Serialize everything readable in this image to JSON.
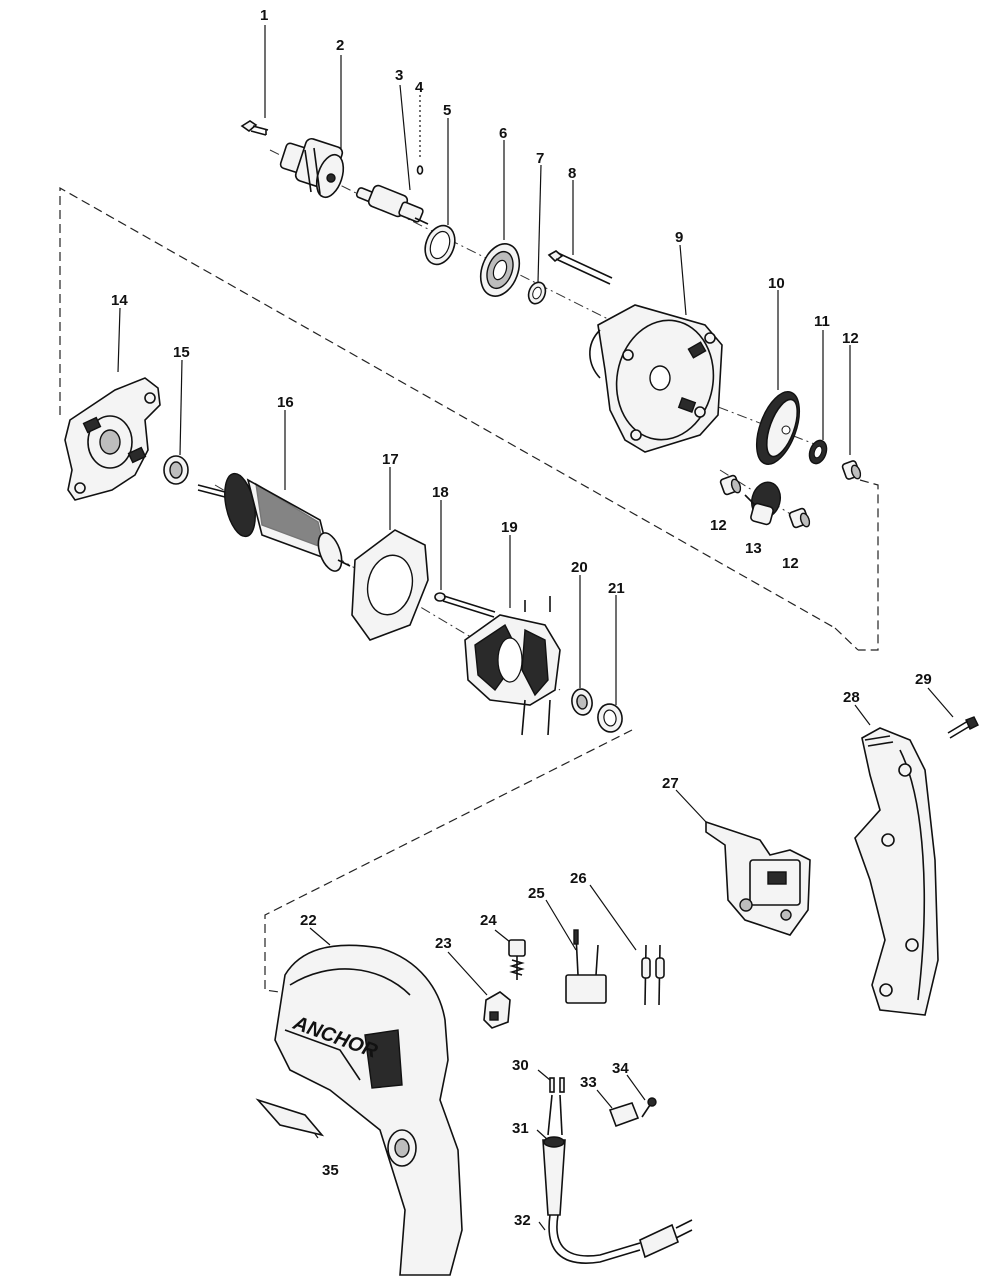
{
  "brand": "ANCHOR",
  "callouts": [
    {
      "id": "1",
      "label": "1"
    },
    {
      "id": "2",
      "label": "2"
    },
    {
      "id": "3",
      "label": "3"
    },
    {
      "id": "4",
      "label": "4"
    },
    {
      "id": "5",
      "label": "5"
    },
    {
      "id": "6",
      "label": "6"
    },
    {
      "id": "7",
      "label": "7"
    },
    {
      "id": "8",
      "label": "8"
    },
    {
      "id": "9",
      "label": "9"
    },
    {
      "id": "10",
      "label": "10"
    },
    {
      "id": "11",
      "label": "11"
    },
    {
      "id": "12a",
      "label": "12"
    },
    {
      "id": "12b",
      "label": "12"
    },
    {
      "id": "12c",
      "label": "12"
    },
    {
      "id": "13",
      "label": "13"
    },
    {
      "id": "14",
      "label": "14"
    },
    {
      "id": "15",
      "label": "15"
    },
    {
      "id": "16",
      "label": "16"
    },
    {
      "id": "17",
      "label": "17"
    },
    {
      "id": "18",
      "label": "18"
    },
    {
      "id": "19",
      "label": "19"
    },
    {
      "id": "20",
      "label": "20"
    },
    {
      "id": "21",
      "label": "21"
    },
    {
      "id": "22",
      "label": "22"
    },
    {
      "id": "23",
      "label": "23"
    },
    {
      "id": "24",
      "label": "24"
    },
    {
      "id": "25",
      "label": "25"
    },
    {
      "id": "26",
      "label": "26"
    },
    {
      "id": "27",
      "label": "27"
    },
    {
      "id": "28",
      "label": "28"
    },
    {
      "id": "29",
      "label": "29"
    },
    {
      "id": "30",
      "label": "30"
    },
    {
      "id": "31",
      "label": "31"
    },
    {
      "id": "32",
      "label": "32"
    },
    {
      "id": "33",
      "label": "33"
    },
    {
      "id": "34",
      "label": "34"
    },
    {
      "id": "35",
      "label": "35"
    }
  ]
}
